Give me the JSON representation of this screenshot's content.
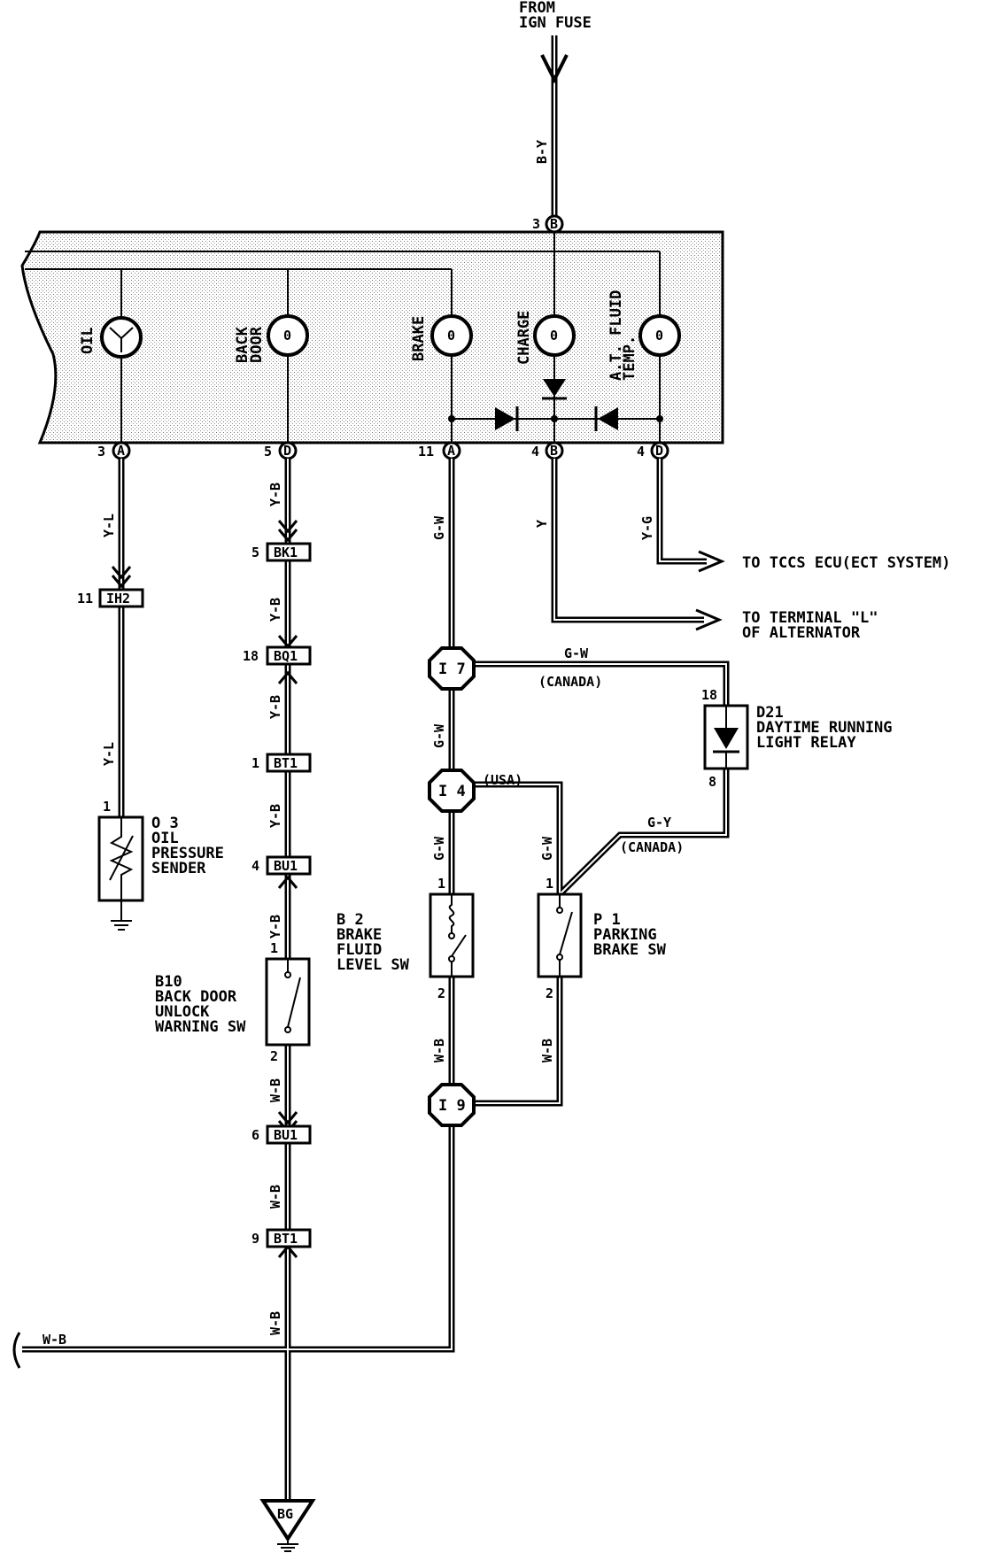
{
  "source": {
    "line1": "FROM",
    "line2": "IGN FUSE"
  },
  "wires": {
    "by": "B-Y",
    "yl": "Y-L",
    "yb": "Y-B",
    "gw": "G-W",
    "y": "Y",
    "yg": "Y-G",
    "wb": "W-B",
    "gy": "G-Y"
  },
  "gauges": [
    {
      "label": "OIL"
    },
    {
      "label_a": "BACK",
      "label_b": "DOOR"
    },
    {
      "label": "BRAKE"
    },
    {
      "label": "CHARGE"
    },
    {
      "label_a": "A.T. FLUID",
      "label_b": "TEMP."
    }
  ],
  "pins": {
    "top": {
      "num": "3",
      "letter": "B"
    },
    "oil": {
      "num": "3",
      "letter": "A"
    },
    "door": {
      "num": "5",
      "letter": "D"
    },
    "brake": {
      "num": "11",
      "letter": "A"
    },
    "charge": {
      "num": "4",
      "letter": "B"
    },
    "at": {
      "num": "4",
      "letter": "D"
    }
  },
  "destinations": {
    "tccs": "TO TCCS ECU(ECT SYSTEM)",
    "alt1": "TO TERMINAL \"L\"",
    "alt2": "OF ALTERNATOR"
  },
  "connectors": {
    "ih2": {
      "name": "IH2",
      "pin": "11"
    },
    "bk1": {
      "name": "BK1",
      "pin": "5"
    },
    "bq1": {
      "name": "BQ1",
      "pin": "18"
    },
    "bt1a": {
      "name": "BT1",
      "pin": "1"
    },
    "bu1a": {
      "name": "BU1",
      "pin": "4"
    },
    "bu1b": {
      "name": "BU1",
      "pin": "6"
    },
    "bt1b": {
      "name": "BT1",
      "pin": "9"
    }
  },
  "junctions": {
    "i7": "I 7",
    "i4": "I 4",
    "i9": "I 9"
  },
  "regions": {
    "canada": "(CANADA)",
    "usa": "(USA)"
  },
  "components": {
    "o3": {
      "code": "O 3",
      "l1": "OIL",
      "l2": "PRESSURE",
      "l3": "SENDER",
      "pin": "1"
    },
    "d21": {
      "code": "D21",
      "l1": "DAYTIME RUNNING",
      "l2": "LIGHT RELAY",
      "pin_top": "18",
      "pin_bot": "8"
    },
    "b2": {
      "code": "B 2",
      "l1": "BRAKE",
      "l2": "FLUID",
      "l3": "LEVEL SW",
      "pin_top": "1",
      "pin_bot": "2"
    },
    "p1": {
      "code": "P 1",
      "l1": "PARKING",
      "l2": "BRAKE SW",
      "pin_top": "1",
      "pin_bot": "2"
    },
    "b10": {
      "code": "B10",
      "l1": "BACK DOOR",
      "l2": "UNLOCK",
      "l3": "WARNING SW",
      "pin_top": "1",
      "pin_bot": "2"
    }
  },
  "ground": {
    "label": "BG"
  }
}
